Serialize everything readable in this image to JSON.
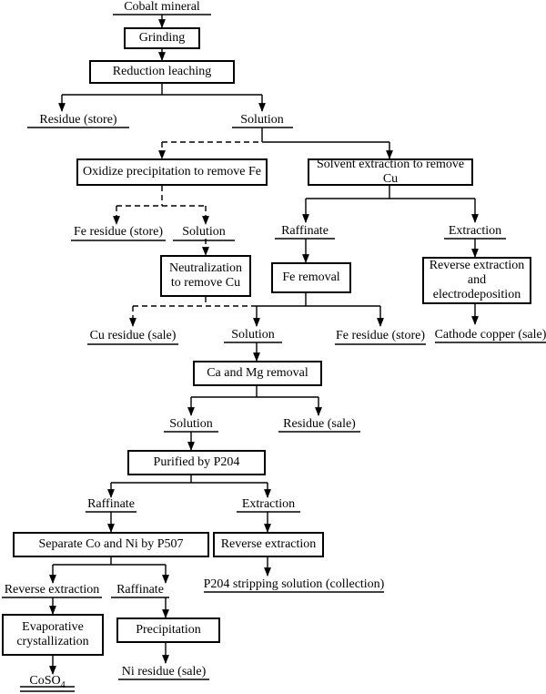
{
  "nodes": {
    "cobalt_mineral": "Cobalt mineral",
    "grinding": "Grinding",
    "reduction_leaching": "Reduction leaching",
    "residue_store": "Residue (store)",
    "solution_1": "Solution",
    "oxidize_precipitation": "Oxidize precipitation to remove Fe",
    "solvent_extraction": "Solvent extraction to remove Cu",
    "fe_residue_store_1": "Fe residue (store)",
    "solution_2": "Solution",
    "raffinate_1": "Raffinate",
    "extraction_1": "Extraction",
    "neutralization_line1": "Neutralization",
    "neutralization_line2": "to remove Cu",
    "fe_removal": "Fe removal",
    "reverse_extraction_electro_line1": "Reverse extraction",
    "reverse_extraction_electro_line2": "and electrodeposition",
    "cu_residue_sale": "Cu residue (sale)",
    "solution_3": "Solution",
    "fe_residue_store_2": "Fe residue (store)",
    "cathode_copper": "Cathode copper (sale)",
    "ca_mg_removal": "Ca and Mg removal",
    "solution_4": "Solution",
    "residue_sale": "Residue (sale)",
    "purified_p204": "Purified by P204",
    "raffinate_2": "Raffinate",
    "extraction_2": "Extraction",
    "separate_co_ni": "Separate Co and Ni by P507",
    "reverse_extraction": "Reverse extraction",
    "p204_stripping": "P204 stripping solution (collection)",
    "reverse_extraction_2": "Reverse extraction",
    "raffinate_3": "Raffinate",
    "evaporative_line1": "Evaporative",
    "evaporative_line2": "crystallization",
    "precipitation": "Precipitation",
    "coso4_main": "CoSO",
    "coso4_sub": "4",
    "ni_residue_sale": "Ni residue (sale)"
  }
}
